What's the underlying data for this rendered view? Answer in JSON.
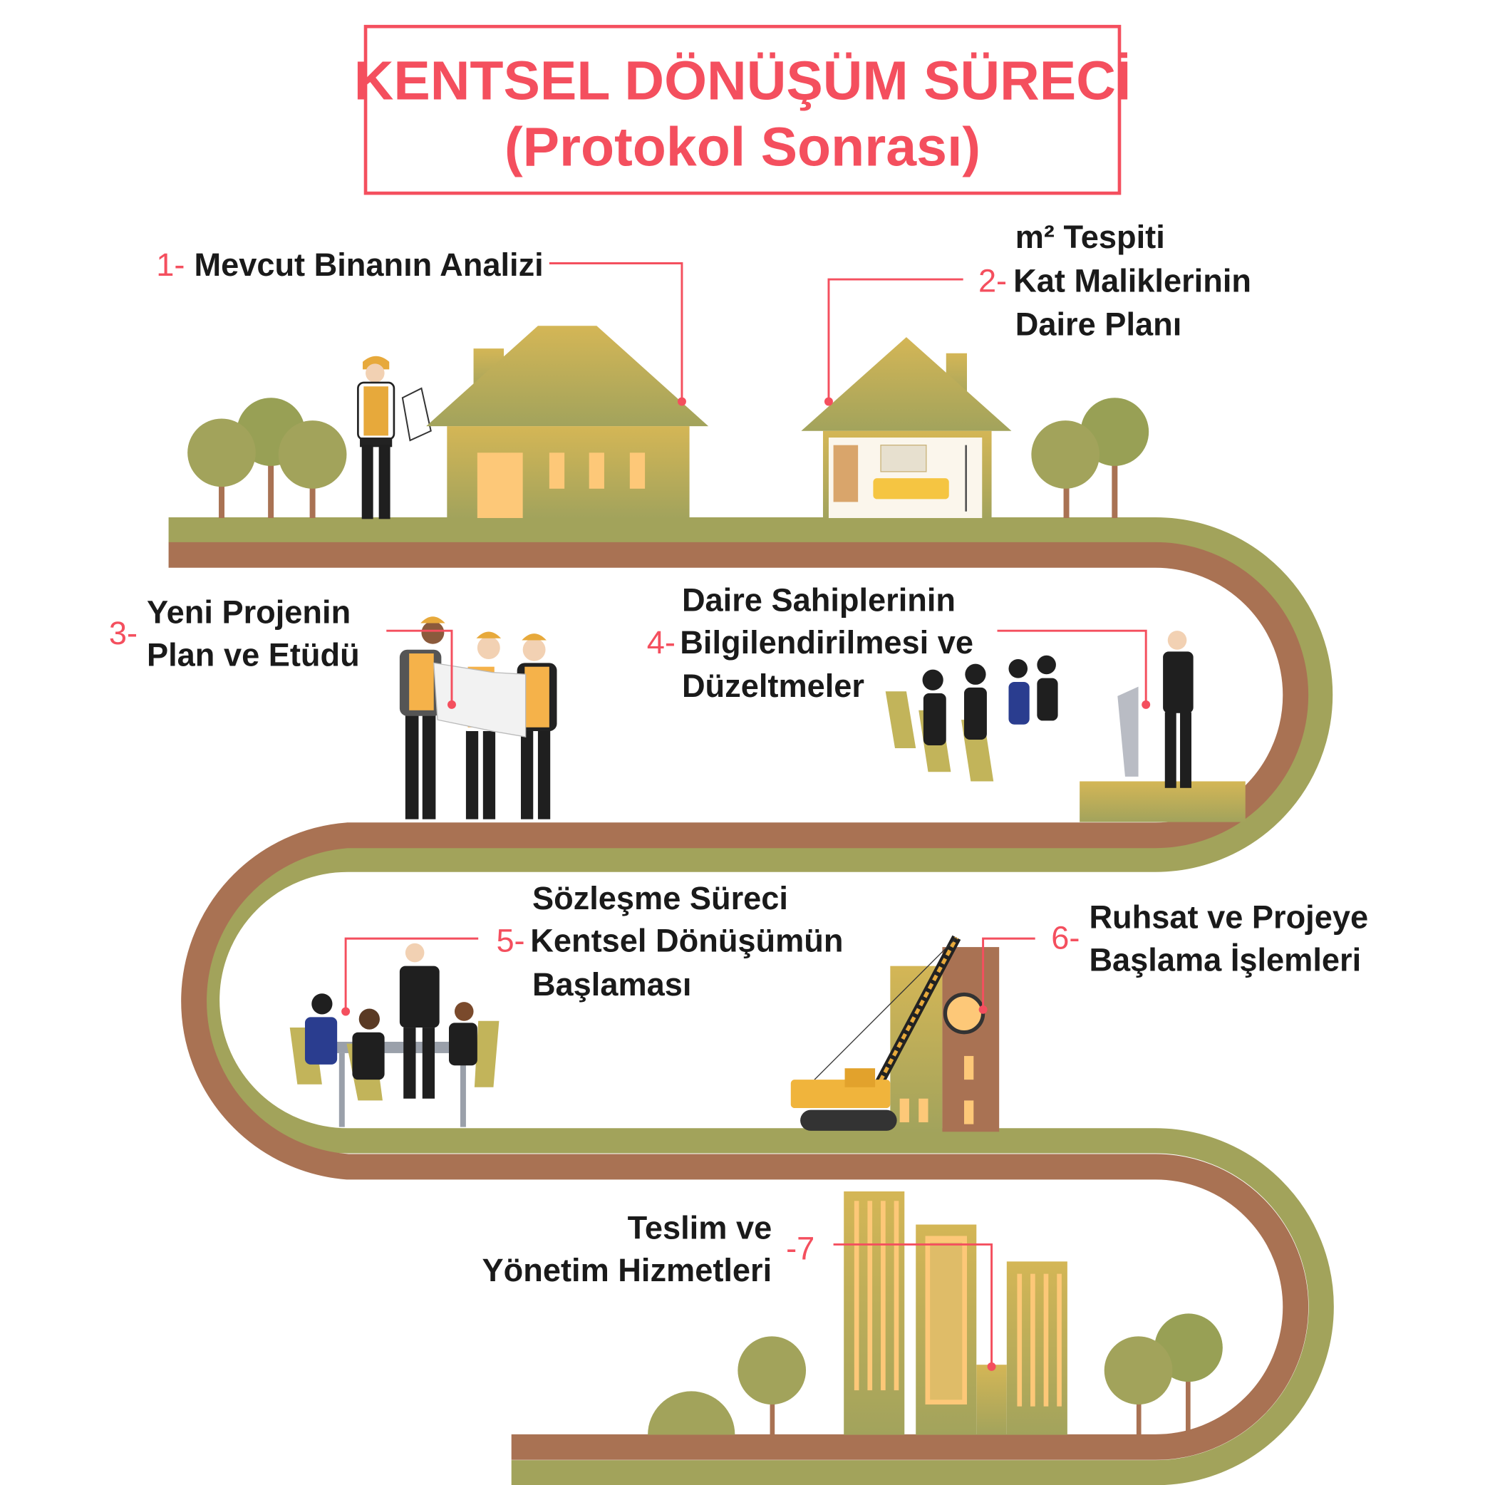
{
  "title": {
    "line1": "KENTSEL DÖNÜŞÜM SÜRECİ",
    "line2": "(Protokol Sonrası)"
  },
  "steps": [
    {
      "number": "1-",
      "lines": [
        "Mevcut Binanın Analizi"
      ]
    },
    {
      "number": "2-",
      "lines": [
        "m² Tespiti",
        "Kat Maliklerinin",
        "Daire Planı"
      ]
    },
    {
      "number": "3-",
      "lines": [
        "Yeni Projenin",
        "Plan ve Etüdü"
      ]
    },
    {
      "number": "4-",
      "lines": [
        "Daire Sahiplerinin",
        "Bilgilendirilmesi ve",
        "Düzeltmeler"
      ]
    },
    {
      "number": "5-",
      "lines": [
        "Sözleşme Süreci",
        "Kentsel Dönüşümün",
        "Başlaması"
      ]
    },
    {
      "number": "6-",
      "lines": [
        "Ruhsat ve Projeye",
        "Başlama İşlemleri"
      ]
    },
    {
      "number": "-7",
      "lines": [
        "Teslim ve",
        "Yönetim Hizmetleri"
      ]
    }
  ],
  "colors": {
    "accent": "#f44f5e",
    "road_green": "#a2a35b",
    "road_brown": "#a97253",
    "gold": "#d4b656",
    "window": "#fdc878"
  }
}
